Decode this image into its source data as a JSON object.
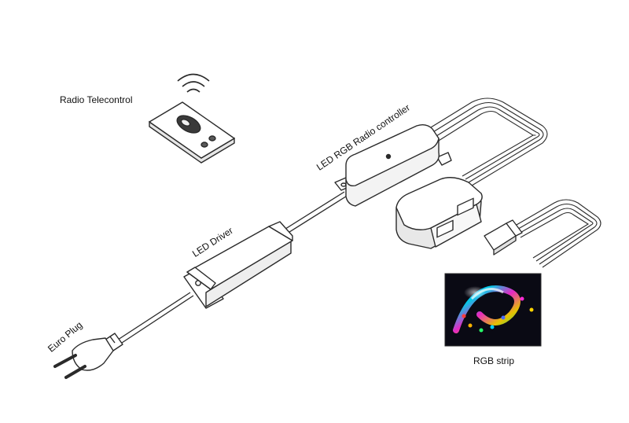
{
  "labels": {
    "remote": "Radio Telecontrol",
    "controller": "LED RGB Radio controller",
    "driver": "LED Driver",
    "plug": "Euro Plug",
    "strip": "RGB strip"
  },
  "colors": {
    "line": "#2a2a2a",
    "fill": "#ffffff",
    "strip_bg": "#0a0a14"
  },
  "icons": {
    "remote": "remote-control-icon",
    "signal": "wireless-signal-icon",
    "controller": "controller-box-icon",
    "splitter": "splitter-box-icon",
    "driver": "power-driver-icon",
    "plug": "euro-plug-icon",
    "connector": "four-pin-connector-icon",
    "strip": "rgb-led-strip-photo"
  }
}
